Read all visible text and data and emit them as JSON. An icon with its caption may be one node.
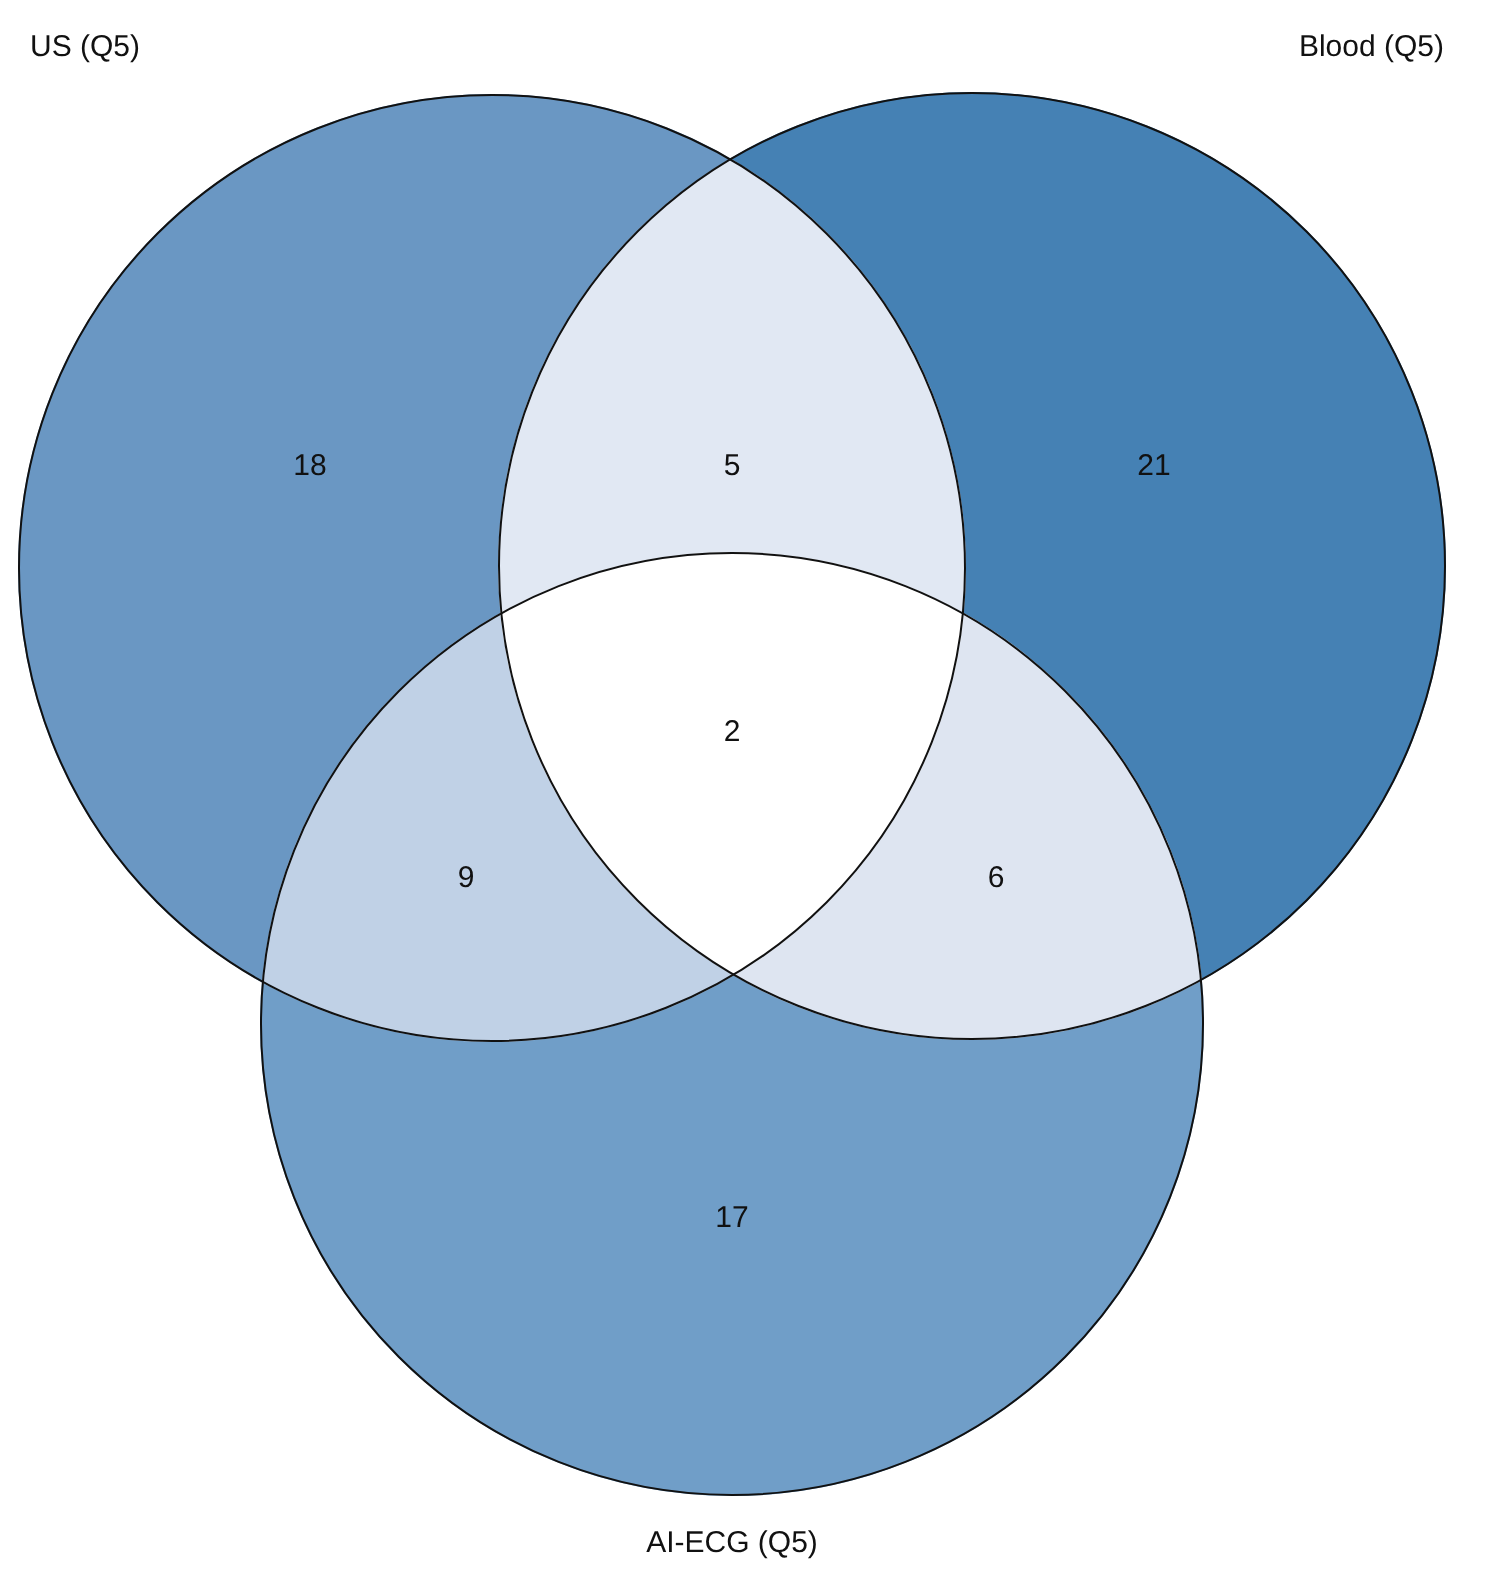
{
  "diagram": {
    "nodes": [
      {
        "text": [
          "US (Q5)"
        ]
      },
      {
        "text": [
          "Blood (Q5)"
        ]
      },
      {
        "text": [
          "AI-ECG (Q5)"
        ]
      }
    ],
    "labels": [
      "18",
      "5",
      "21",
      "2",
      "9",
      "6",
      "17"
    ]
  }
}
